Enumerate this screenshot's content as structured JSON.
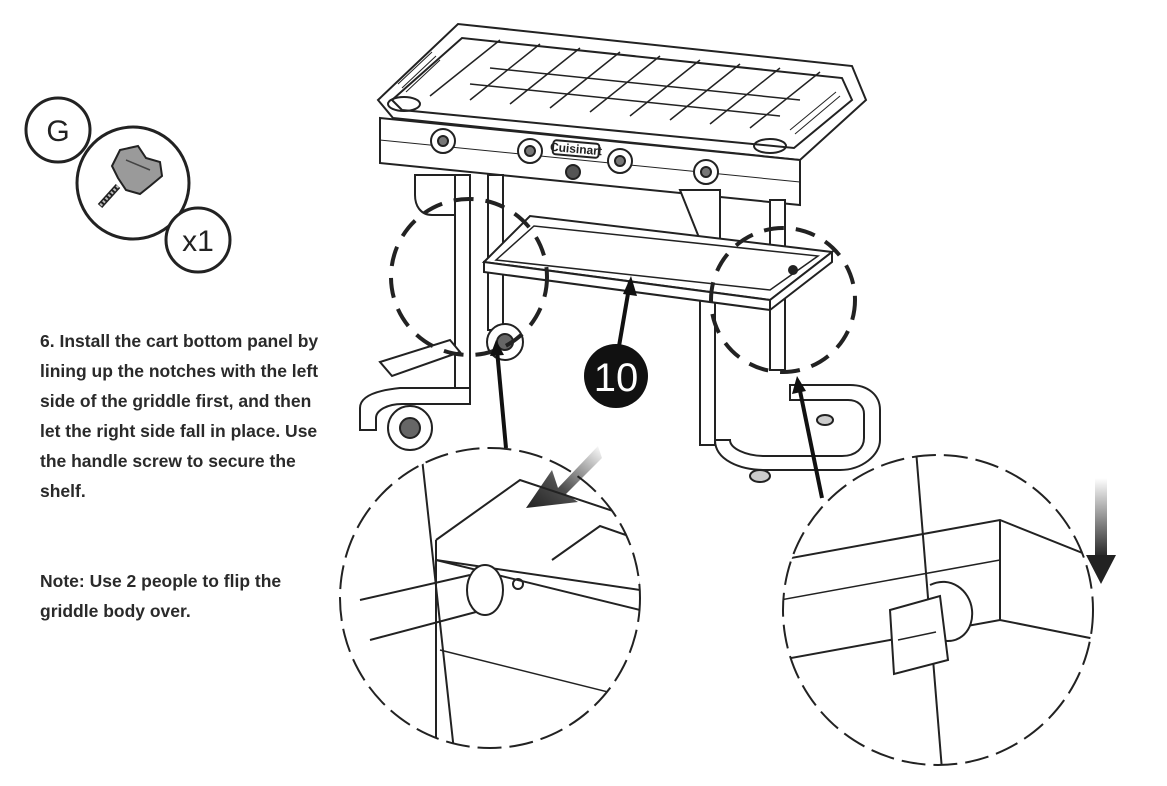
{
  "part": {
    "letter": "G",
    "quantity": "x1",
    "icon": "handle-screw-icon"
  },
  "callout": {
    "number": "10"
  },
  "brand": "Cuisinart",
  "instructions": {
    "step_number": "6.",
    "step_text": "Install the cart bottom panel by lining up the notches with the left side of the griddle first, and then let the right side fall in place. Use the handle screw to secure the shelf.",
    "note": "Note: Use 2 people to flip the griddle body over."
  }
}
